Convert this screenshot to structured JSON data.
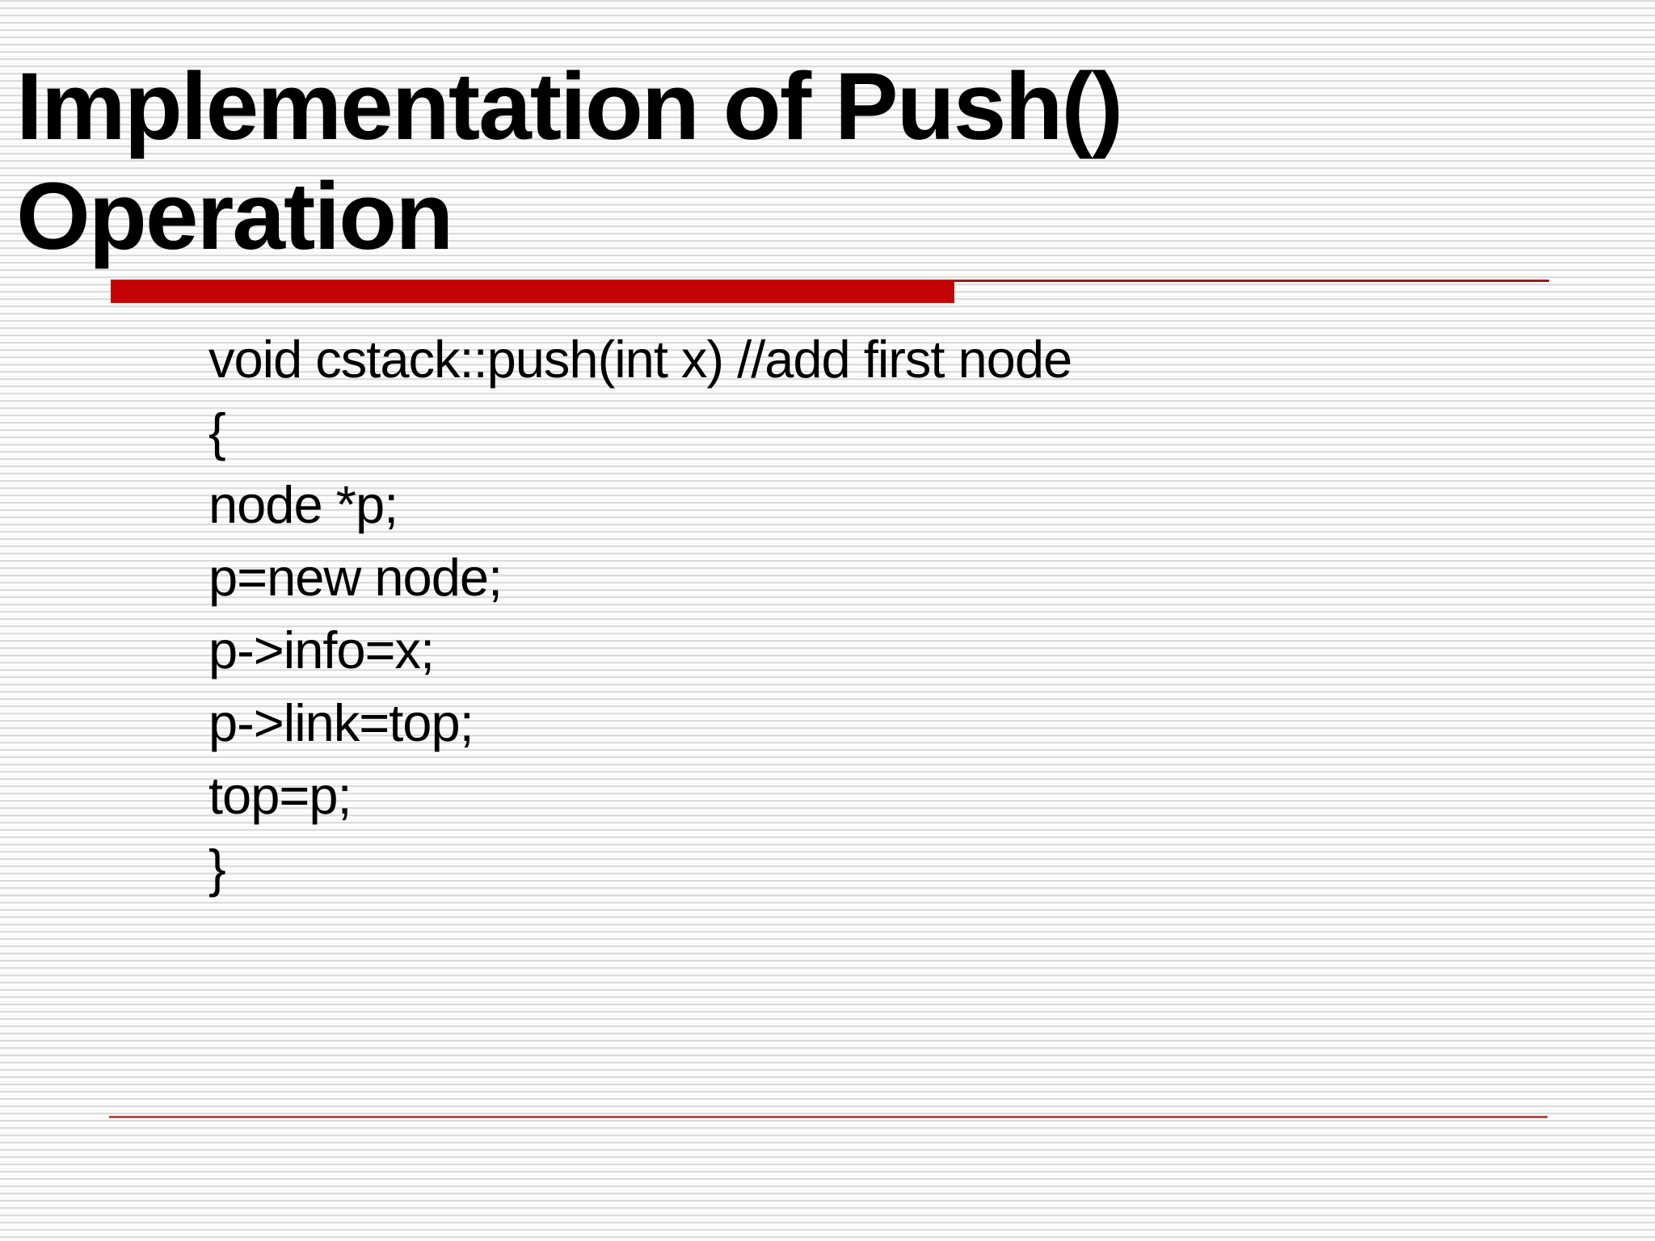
{
  "slide": {
    "title_lines": [
      "Implementation of Push()",
      "Operation"
    ],
    "code_lines": [
      "void cstack::push(int x) //add first node",
      "{",
      "node *p;",
      "p=new node;",
      "p->info=x;",
      "p->link=top;",
      "top=p;",
      "}"
    ],
    "colors": {
      "background": "#FFFFFF",
      "stripe": "#DCDCDC",
      "title_text": "#000000",
      "code_text": "#000000",
      "title_underline_bar": "#C40404",
      "title_underline_thin_line": "#9E1B1B",
      "footer_line": "#B94A48"
    }
  }
}
